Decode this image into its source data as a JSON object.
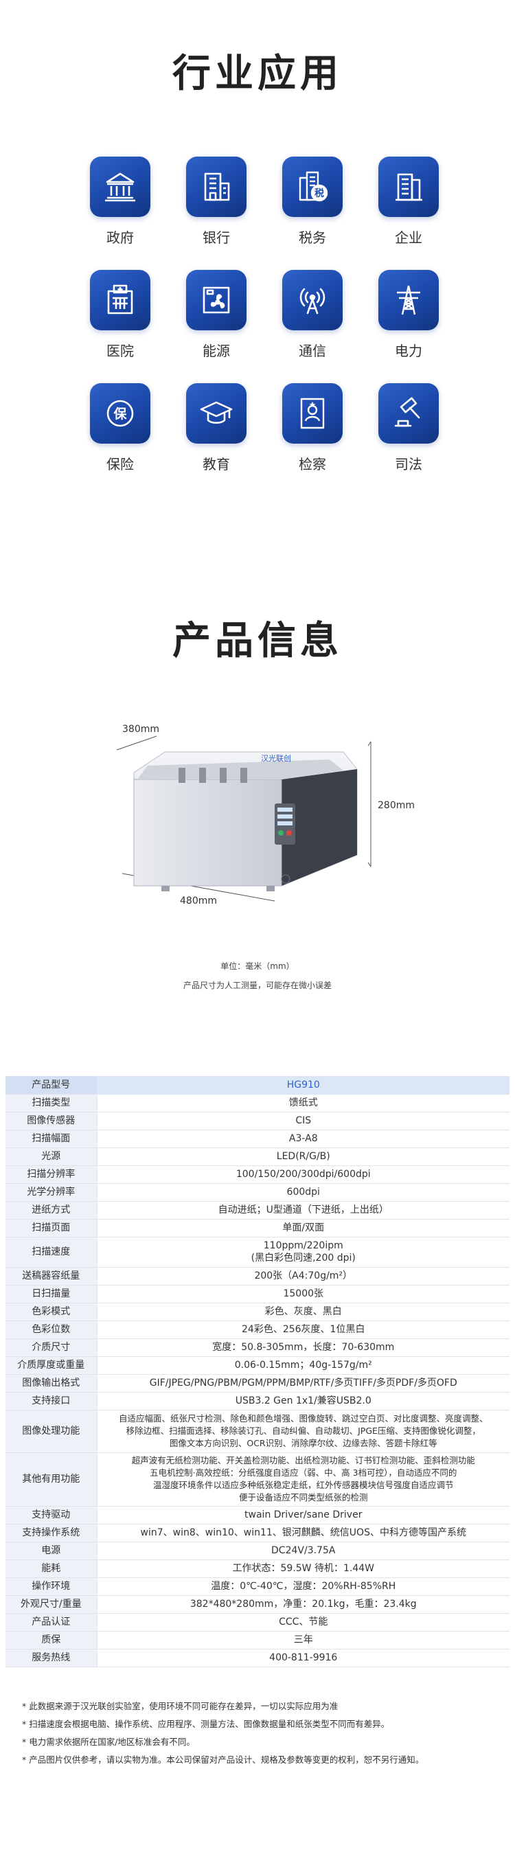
{
  "industry": {
    "title": "行业应用",
    "items": [
      {
        "label": "政府",
        "icon": "government-building-icon"
      },
      {
        "label": "银行",
        "icon": "bank-icon"
      },
      {
        "label": "税务",
        "icon": "tax-icon"
      },
      {
        "label": "企业",
        "icon": "enterprise-icon"
      },
      {
        "label": "医院",
        "icon": "hospital-icon"
      },
      {
        "label": "能源",
        "icon": "energy-fan-icon"
      },
      {
        "label": "通信",
        "icon": "signal-tower-icon"
      },
      {
        "label": "电力",
        "icon": "power-pylon-icon"
      },
      {
        "label": "保险",
        "icon": "insurance-shield-icon"
      },
      {
        "label": "教育",
        "icon": "graduation-cap-icon"
      },
      {
        "label": "检察",
        "icon": "prosecution-badge-icon"
      },
      {
        "label": "司法",
        "icon": "gavel-icon"
      }
    ],
    "icon_gradient": [
      "#2f62c8",
      "#12357f"
    ]
  },
  "product": {
    "title": "产品信息",
    "dimensions": {
      "depth": "380mm",
      "height": "280mm",
      "width": "480mm"
    },
    "brand_on_device": "汉光联创",
    "unit_note": "单位：毫米（mm）",
    "measure_note": "产品尺寸为人工测量，可能存在微小误差"
  },
  "spec": {
    "rows": [
      {
        "k": "产品型号",
        "v": [
          "HG910"
        ]
      },
      {
        "k": "扫描类型",
        "v": [
          "馈纸式"
        ]
      },
      {
        "k": "图像传感器",
        "v": [
          "CIS"
        ]
      },
      {
        "k": "扫描幅面",
        "v": [
          "A3-A8"
        ]
      },
      {
        "k": "光源",
        "v": [
          "LED(R/G/B)"
        ]
      },
      {
        "k": "扫描分辨率",
        "v": [
          "100/150/200/300dpi/600dpi"
        ]
      },
      {
        "k": "光学分辨率",
        "v": [
          "600dpi"
        ]
      },
      {
        "k": "进纸方式",
        "v": [
          "自动进纸；U型通道（下进纸，上出纸）"
        ]
      },
      {
        "k": "扫描页面",
        "v": [
          "单面/双面"
        ]
      },
      {
        "k": "扫描速度",
        "v": [
          "110ppm/220ipm",
          "(黑白彩色同速,200 dpi)"
        ]
      },
      {
        "k": "送稿器容纸量",
        "v": [
          "200张（A4:70g/m²）"
        ]
      },
      {
        "k": "日扫描量",
        "v": [
          "15000张"
        ]
      },
      {
        "k": "色彩模式",
        "v": [
          "彩色、灰度、黑白"
        ]
      },
      {
        "k": "色彩位数",
        "v": [
          "24彩色、256灰度、1位黑白"
        ]
      },
      {
        "k": "介质尺寸",
        "v": [
          "宽度：50.8-305mm，长度：70-630mm"
        ]
      },
      {
        "k": "介质厚度或重量",
        "v": [
          "0.06-0.15mm；40g-157g/m²"
        ]
      },
      {
        "k": "图像输出格式",
        "v": [
          "GIF/JPEG/PNG/PBM/PGM/PPM/BMP/RTF/多页TIFF/多页PDF/多页OFD"
        ]
      },
      {
        "k": "支持接口",
        "v": [
          "USB3.2 Gen 1x1/兼容USB2.0"
        ]
      },
      {
        "k": "图像处理功能",
        "v": [
          "自适应幅面、纸张尺寸检测、除色和颜色增强、图像旋转、跳过空白页、对比度调整、亮度调整、",
          "移除边框、扫描面选择、移除装订孔、自动纠偏、自动裁切、JPGE压缩、支持图像锐化调整，",
          "图像文本方向识别、OCR识别、消除摩尔纹、边缘去除、答题卡除红等"
        ]
      },
      {
        "k": "其他有用功能",
        "v": [
          "超声波有无纸检测功能、开关盖检测功能、出纸检测功能、订书钉检测功能、歪斜检测功能",
          "五电机控制·高效控纸：分纸强度自适应（弱、中、高 3档可控），自动适应不同的",
          "温湿度环境条件以适应多种纸张稳定走纸，红外传感器模块信号强度自适应调节",
          "便于设备适应不同类型纸张的检测"
        ]
      },
      {
        "k": "支持驱动",
        "v": [
          "twain Driver/sane Driver"
        ]
      },
      {
        "k": "支持操作系统",
        "v": [
          "win7、win8、win10、win11、银河麒麟、统信UOS、中科方德等国产系统"
        ]
      },
      {
        "k": "电源",
        "v": [
          "DC24V/3.75A"
        ]
      },
      {
        "k": "能耗",
        "v": [
          "工作状态：59.5W 待机：1.44W"
        ]
      },
      {
        "k": "操作环境",
        "v": [
          "温度：0℃-40℃，湿度：20%RH-85%RH"
        ]
      },
      {
        "k": "外观尺寸/重量",
        "v": [
          "382*480*280mm，净重：20.1kg，毛重：23.4kg"
        ]
      },
      {
        "k": "产品认证",
        "v": [
          "CCC、节能"
        ]
      },
      {
        "k": "质保",
        "v": [
          "三年"
        ]
      },
      {
        "k": "服务热线",
        "v": [
          "400-811-9916"
        ]
      }
    ]
  },
  "footnotes": [
    "* 此数据来源于汉光联创实验室，使用环境不同可能存在差异，一切以实际应用为准",
    "* 扫描速度会根据电脑、操作系统、应用程序、测量方法、图像数据量和纸张类型不同而有差异。",
    "* 电力需求依据所在国家/地区标准会有不同。",
    "* 产品图片仅供参考，请以实物为准。本公司保留对产品设计、规格及参数等变更的权利，恕不另行通知。"
  ]
}
